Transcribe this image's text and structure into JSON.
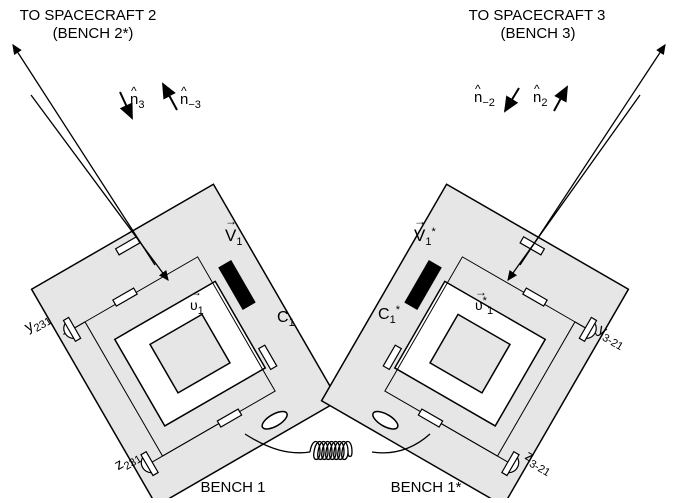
{
  "labels": {
    "to_spacecraft_2": "TO SPACECRAFT 2",
    "bench_2_star": "(BENCH 2*)",
    "to_spacecraft_3": "TO SPACECRAFT 3",
    "bench_3": "(BENCH 3)",
    "bench_1": "BENCH 1",
    "bench_1_star": "BENCH 1*",
    "n3": {
      "base": "n",
      "sub": "3"
    },
    "n_neg3": {
      "base": "n",
      "sub": "−3"
    },
    "n_neg2": {
      "base": "n",
      "sub": "−2"
    },
    "n2": {
      "base": "n",
      "sub": "2"
    },
    "V1": {
      "base": "V",
      "sub": "1"
    },
    "V1_star": {
      "base": "V",
      "sub": "1",
      "sup": "*"
    },
    "v1_small": {
      "base": "υ",
      "sub": "1"
    },
    "v1_small_star": {
      "base": "υ",
      "sub": "1",
      "sup": "*"
    },
    "C1": {
      "base": "C",
      "sub": "1"
    },
    "C1_star": {
      "base": "C",
      "sub": "1",
      "sup": "*"
    },
    "y231": {
      "base": "y",
      "sub": "231"
    },
    "z231": {
      "base": "z",
      "sub": "231"
    },
    "y3_21": {
      "base": "y",
      "sub": "3-21"
    },
    "z3_21": {
      "base": "z",
      "sub": "3-21"
    }
  },
  "colors": {
    "bench_fill": "#e6e6e6",
    "stroke": "#000000",
    "inner_white": "#ffffff",
    "inner_gray": "#e6e6e6",
    "element_black": "#000000"
  }
}
